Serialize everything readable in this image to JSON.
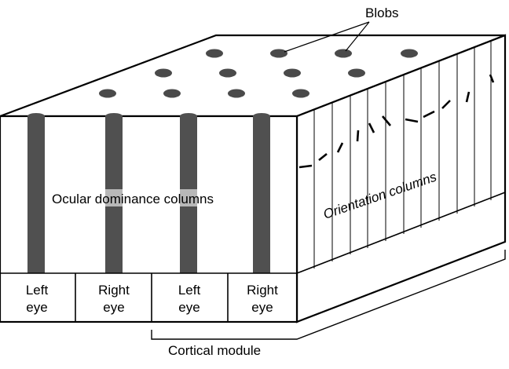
{
  "labels": {
    "blobs": "Blobs",
    "ocular_dominance": "Ocular dominance columns",
    "orientation": "Orientation columns",
    "cortical_module": "Cortical module"
  },
  "eyes": [
    {
      "line1": "Left",
      "line2": "eye"
    },
    {
      "line1": "Right",
      "line2": "eye"
    },
    {
      "line1": "Left",
      "line2": "eye"
    },
    {
      "line1": "Right",
      "line2": "eye"
    }
  ],
  "colors": {
    "column": "#505050",
    "blob": "#4a4a4a",
    "text_highlight": "#b8b8b8",
    "outline": "#000000",
    "background": "#ffffff"
  }
}
